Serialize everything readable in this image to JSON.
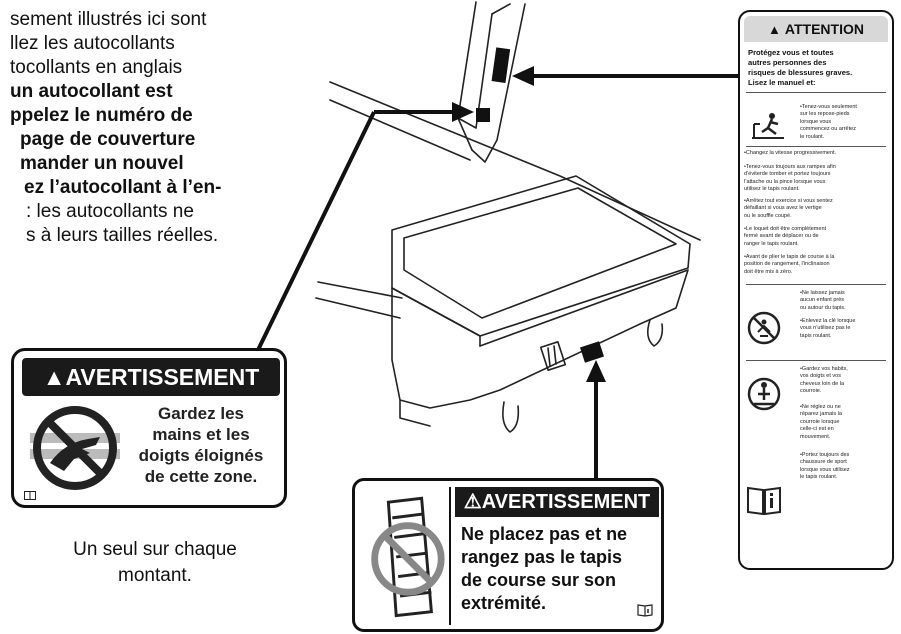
{
  "intro": {
    "line1": "sement illustrés ici sont",
    "line2": "llez les autocollants",
    "line3": "tocollants en anglais",
    "line4": "un autocollant est",
    "line5": "ppelez le numéro de",
    "line6": "page de couverture",
    "line7": "mander un nouvel",
    "line8": "ez l’autocollant à l’en-",
    "line9": ": les autocollants ne",
    "line10": "s à leurs tailles réelles."
  },
  "warning_hands": {
    "title": "▲AVERTISSEMENT",
    "line1": "Gardez les",
    "line2": "mains et les",
    "line3": "doigts éloignés",
    "line4": "de cette zone."
  },
  "caption": {
    "line1": "Un seul sur chaque",
    "line2": "montant."
  },
  "warning_storage": {
    "title": "⚠AVERTISSEMENT",
    "line1": "Ne placez pas et ne",
    "line2": "rangez pas le tapis",
    "line3": "de course sur son",
    "line4": "extrémité."
  },
  "attention": {
    "title": "ATTENTION",
    "intro1": "Protégez vous et toutes",
    "intro2": "autres personnes des",
    "intro3": "risques de blessures graves.",
    "intro4": "Lisez le manuel et:",
    "i1l1": "•Tenez-vous seulement",
    "i1l2": "sur les repose-pieds",
    "i1l3": "lorsque vous",
    "i1l4": "commencez ou arrêtez",
    "i1l5": "le roulant.",
    "i2": "•Changez la vitesse progressivement.",
    "i3l1": "•Tenez-vous toujours aux rampes afin",
    "i3l2": "d’éviterde tomber et portez toujours",
    "i3l3": "l’attache ou la pince lorsque vous",
    "i3l4": "utilisez le tapis roulant.",
    "i4l1": "•Arrêtez tout exercice si vous sentez",
    "i4l2": "défaillant si vous avez le vertige",
    "i4l3": "ou le souffle coupé.",
    "i5l1": "•Le loquet doit être complètement",
    "i5l2": "fermé avant de déplacer ou de",
    "i5l3": "ranger le tapis roulant.",
    "i6l1": "•Avant de plier le tapis de course à la",
    "i6l2": "position de rangement, l’inclinaison",
    "i6l3": "doit être mis à zéro.",
    "i7l1": "•Ne laissez jamais",
    "i7l2": "aucun enfant près",
    "i7l3": "ou autour du tapis.",
    "i8l1": "•Enlevez la clé lorsque",
    "i8l2": "vous n’utilisez pas le",
    "i8l3": "tapis roulant.",
    "i9l1": "•Gardez vos habits,",
    "i9l2": "vos doigts et vos",
    "i9l3": "cheveux loin de la",
    "i9l4": "courroie.",
    "i10l1": "•Ne réglez ou ne",
    "i10l2": "réparez jamais la",
    "i10l3": "courroie lorsque",
    "i10l4": "celle-ci est en",
    "i10l5": "mouvement.",
    "i11l1": "•Portez toujours des",
    "i11l2": "chaussure de sport",
    "i11l3": "lorsque vous utilisez",
    "i11l4": "le tapis roulant."
  },
  "icons": [
    "no-hands-icon",
    "no-upright-storage-icon",
    "manual-icon",
    "person-step-icon",
    "no-child-icon",
    "belt-hazard-icon",
    "arrow-pointer-icon"
  ]
}
